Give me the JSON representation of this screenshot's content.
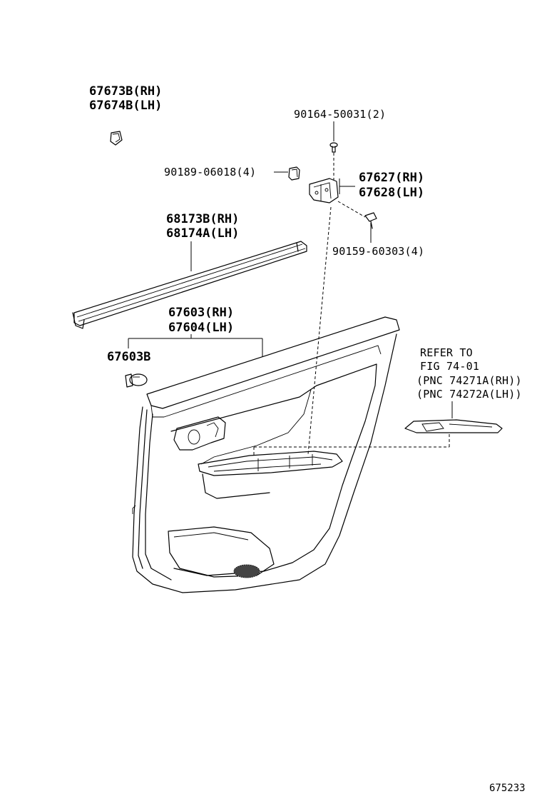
{
  "labels": {
    "clip_rh": "67673B(RH)",
    "clip_lh": "67674B(LH)",
    "screw_top": "90164-50031(2)",
    "nut": "90189-06018(4)",
    "bracket_rh": "67627(RH)",
    "bracket_lh": "67628(LH)",
    "weatherstrip_rh": "68173B(RH)",
    "weatherstrip_lh": "68174A(LH)",
    "screw_right": "90159-60303(4)",
    "panel_rh": "67603(RH)",
    "panel_lh": "67604(LH)",
    "panel_clip": "67603B",
    "refer_line1": "REFER TO",
    "refer_line2": "FIG 74-01",
    "refer_line3": "(PNC 74271A(RH))",
    "refer_line4": "(PNC 74272A(LH))",
    "figure_number": "675233"
  }
}
